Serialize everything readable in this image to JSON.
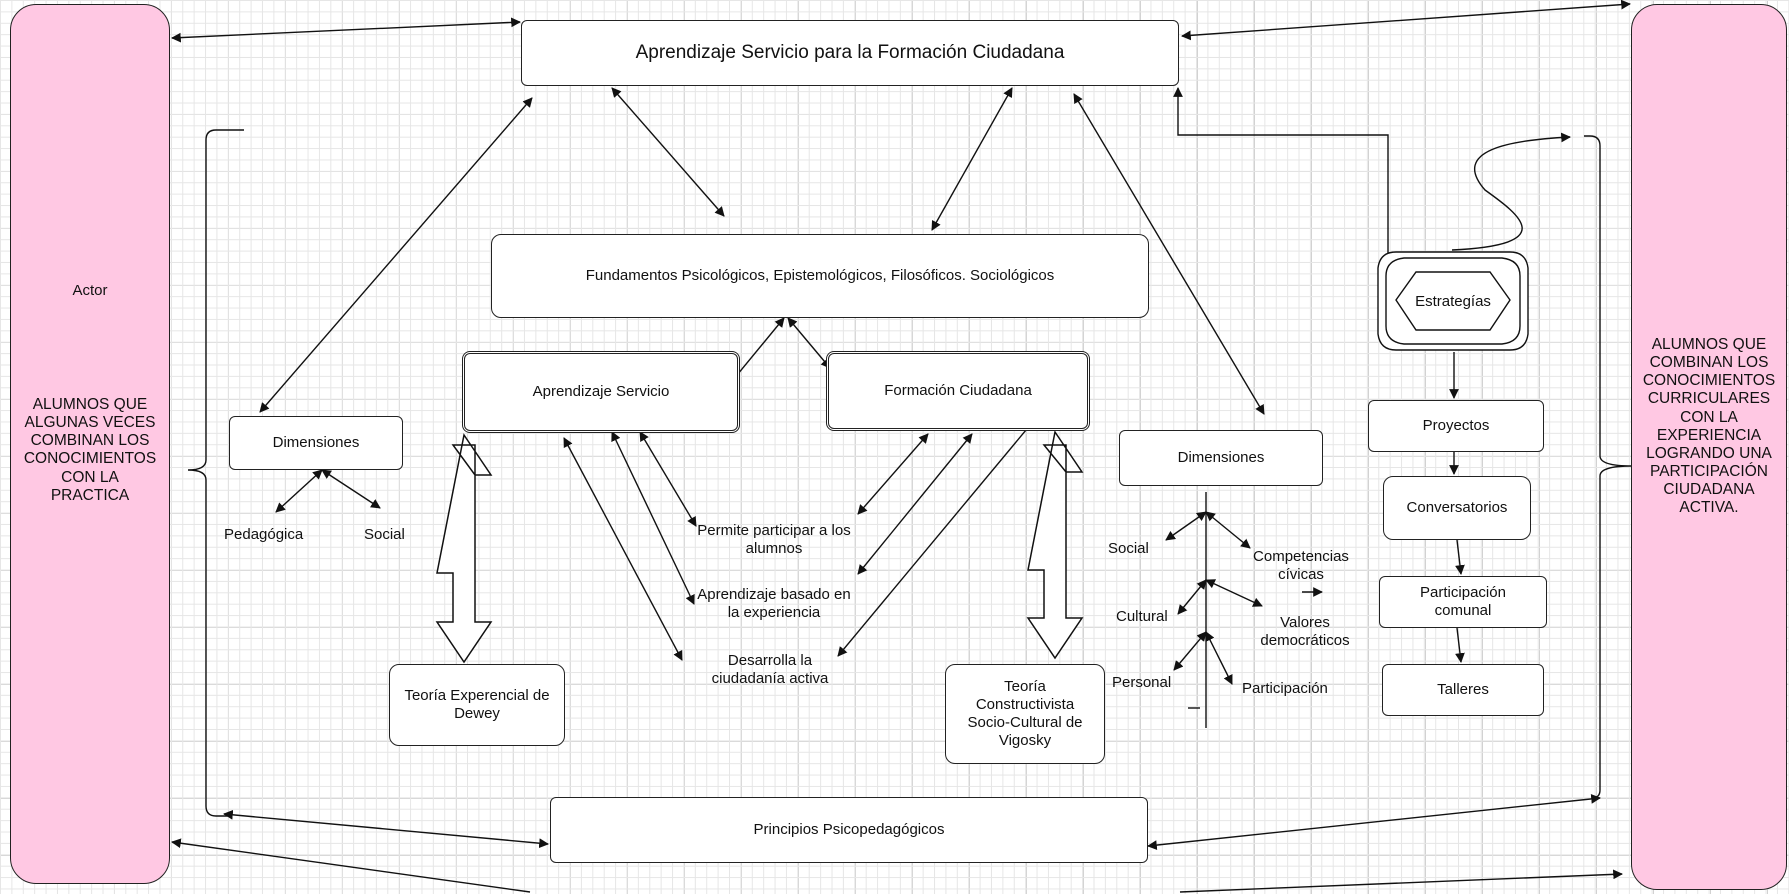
{
  "title": "Aprendizaje Servicio para la Formación Ciudadana",
  "fundamentos": "Fundamentos Psicológicos, Epistemológicos, Filosóficos. Sociológicos",
  "aprendizaje_servicio": "Aprendizaje Servicio",
  "formacion_ciudadana": "Formación Ciudadana",
  "principios": "Principios Psicopedagógicos",
  "actor_label": "Actor",
  "left_panel": [
    "ALUMNOS QUE",
    "ALGUNAS VECES",
    "COMBINAN LOS",
    "CONOCIMIENTOS",
    "CON LA",
    "PRACTICA"
  ],
  "right_panel": [
    "ALUMNOS QUE",
    "COMBINAN LOS",
    "CONOCIMIENTOS",
    "CURRICULARES",
    "CON LA",
    "EXPERIENCIA",
    "LOGRANDO UNA",
    "PARTICIPACIÓN",
    "CIUDADANA",
    "ACTIVA."
  ],
  "dimensiones_left": {
    "title": "Dimensiones",
    "items": [
      "Pedagógica",
      "Social"
    ]
  },
  "dimensiones_right": {
    "title": "Dimensiones",
    "left_items": [
      "Social",
      "Cultural",
      "Personal"
    ],
    "right_items": [
      "Competencias cívicas",
      "Valores democráticos",
      "Participación"
    ]
  },
  "teoria_dewey": "Teoría Experencial de Dewey",
  "teoria_vigosky": "Teoría Constructivista Socio-Cultural de Vigosky",
  "center_items": [
    "Permite participar a los alumnos",
    "Aprendizaje basado en la experiencia",
    "Desarrolla la ciudadanía activa"
  ],
  "estrategias": "Estrategías",
  "strategy_items": [
    "Proyectos",
    "Conversatorios",
    "Participación comunal",
    "Talleres"
  ],
  "colors": {
    "side_panel": "#ffc8e3",
    "line": "#222222",
    "grid": "#e6e6e6"
  }
}
